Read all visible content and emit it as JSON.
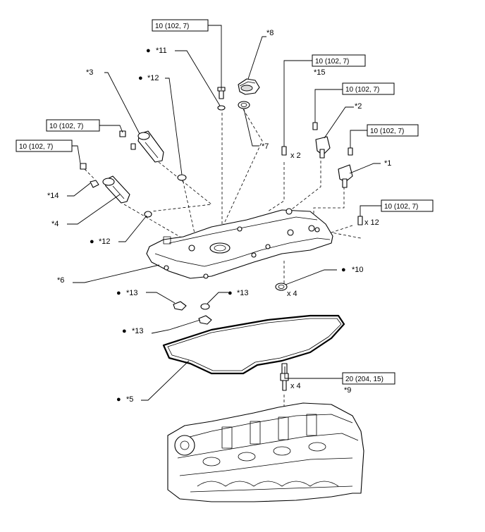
{
  "torque_specs": {
    "t1": "10 (102, 7)",
    "t2": "10 (102, 7)",
    "t3": "10 (102, 7)",
    "t4": "10 (102, 7)",
    "t5": "10 (102, 7)",
    "t6": "10 (102, 7)",
    "t7": "10 (102, 7)",
    "t8": "20 (204, 15)"
  },
  "callouts": {
    "c1": "*1",
    "c2": "*2",
    "c3": "*3",
    "c4": "*4",
    "c5": "*5",
    "c6": "*6",
    "c7": "*7",
    "c8": "*8",
    "c9": "*9",
    "c10": "*10",
    "c11": "*11",
    "c12a": "*12",
    "c12b": "*12",
    "c13a": "*13",
    "c13b": "*13",
    "c13c": "*13",
    "c14": "*14",
    "c15": "*15"
  },
  "quantities": {
    "q1": "x 2",
    "q2": "x 12",
    "q3": "x 4",
    "q4": "x 4"
  },
  "bullet": "●"
}
